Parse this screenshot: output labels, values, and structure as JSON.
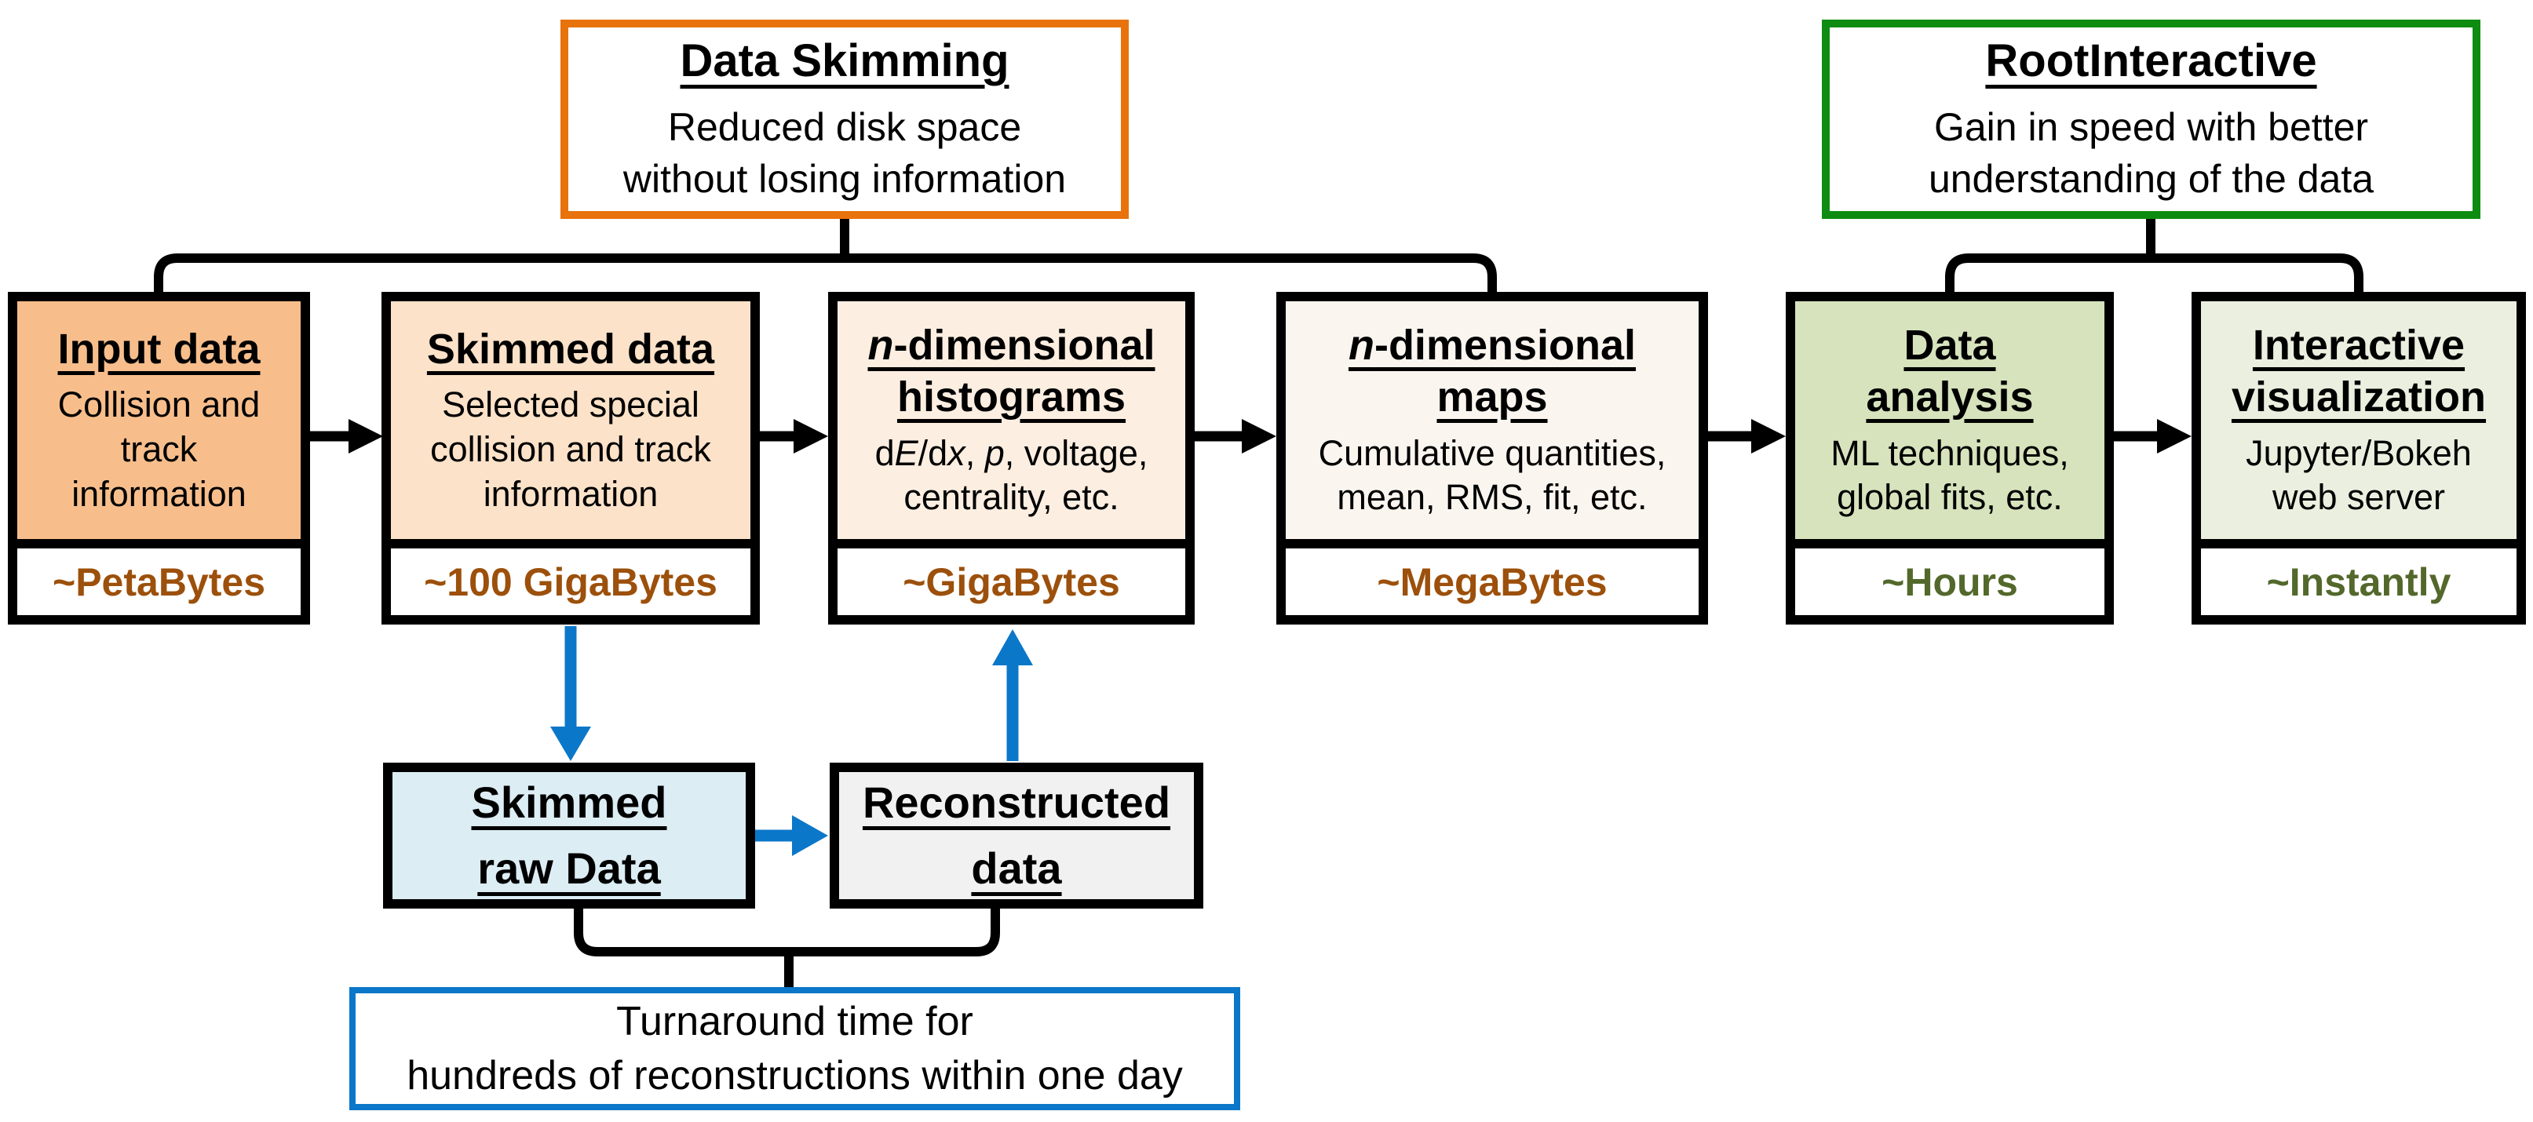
{
  "colors": {
    "skimming_border_orange": "#E8720C",
    "rootinteractive_border_green": "#0E8C11",
    "cycle_blue": "#0B77C9",
    "size_text_brown": "#9C500B",
    "time_text_olive": "#53682B",
    "stage_fills": [
      "#F7BE8C",
      "#FBE2C8",
      "#FCEEE1",
      "#FAF5EF",
      "#D6E3BC",
      "#EBEFDF"
    ],
    "skimmed_raw_fill": "#DCEDF4",
    "reconstructed_fill": "#F1F1F1",
    "connector_black": "#000000"
  },
  "callouts": {
    "skimming": {
      "title": "Data Skimming",
      "body": "Reduced disk space\nwithout losing information"
    },
    "rootinteractive": {
      "title": "RootInteractive",
      "body": "Gain in speed with better\nunderstanding of the data"
    }
  },
  "stages": [
    {
      "title": [
        {
          "t": "Input data"
        }
      ],
      "body": [
        {
          "t": "Collision and\ntrack\ninformation"
        }
      ],
      "size": "~PetaBytes"
    },
    {
      "title": [
        {
          "t": "Skimmed data"
        }
      ],
      "body": [
        {
          "t": "Selected special\ncollision and track\ninformation"
        }
      ],
      "size": "~100 GigaBytes"
    },
    {
      "title": [
        {
          "t": "n",
          "i": true
        },
        {
          "t": "-dimensional\nhistograms"
        }
      ],
      "body": [
        {
          "t": "d"
        },
        {
          "t": "E",
          "i": true
        },
        {
          "t": "/d"
        },
        {
          "t": "x",
          "i": true
        },
        {
          "t": ", "
        },
        {
          "t": "p",
          "i": true
        },
        {
          "t": ", voltage,\ncentrality, etc."
        }
      ],
      "size": "~GigaBytes"
    },
    {
      "title": [
        {
          "t": "n",
          "i": true
        },
        {
          "t": "-dimensional\nmaps"
        }
      ],
      "body": [
        {
          "t": "Cumulative quantities,\nmean, RMS, fit, etc."
        }
      ],
      "size": "~MegaBytes"
    },
    {
      "title": [
        {
          "t": "Data\nanalysis"
        }
      ],
      "body": [
        {
          "t": "ML techniques,\nglobal fits, etc."
        }
      ],
      "size": "~Hours"
    },
    {
      "title": [
        {
          "t": "Interactive\nvisualization"
        }
      ],
      "body": [
        {
          "t": "Jupyter/Bokeh\nweb server"
        }
      ],
      "size": "~Instantly"
    }
  ],
  "raw_cycle": {
    "skimmed_raw": {
      "title": "Skimmed\nraw Data"
    },
    "reconstructed": {
      "title": "Reconstructed\ndata"
    },
    "note": "Turnaround time for\nhundreds of reconstructions within one day"
  }
}
